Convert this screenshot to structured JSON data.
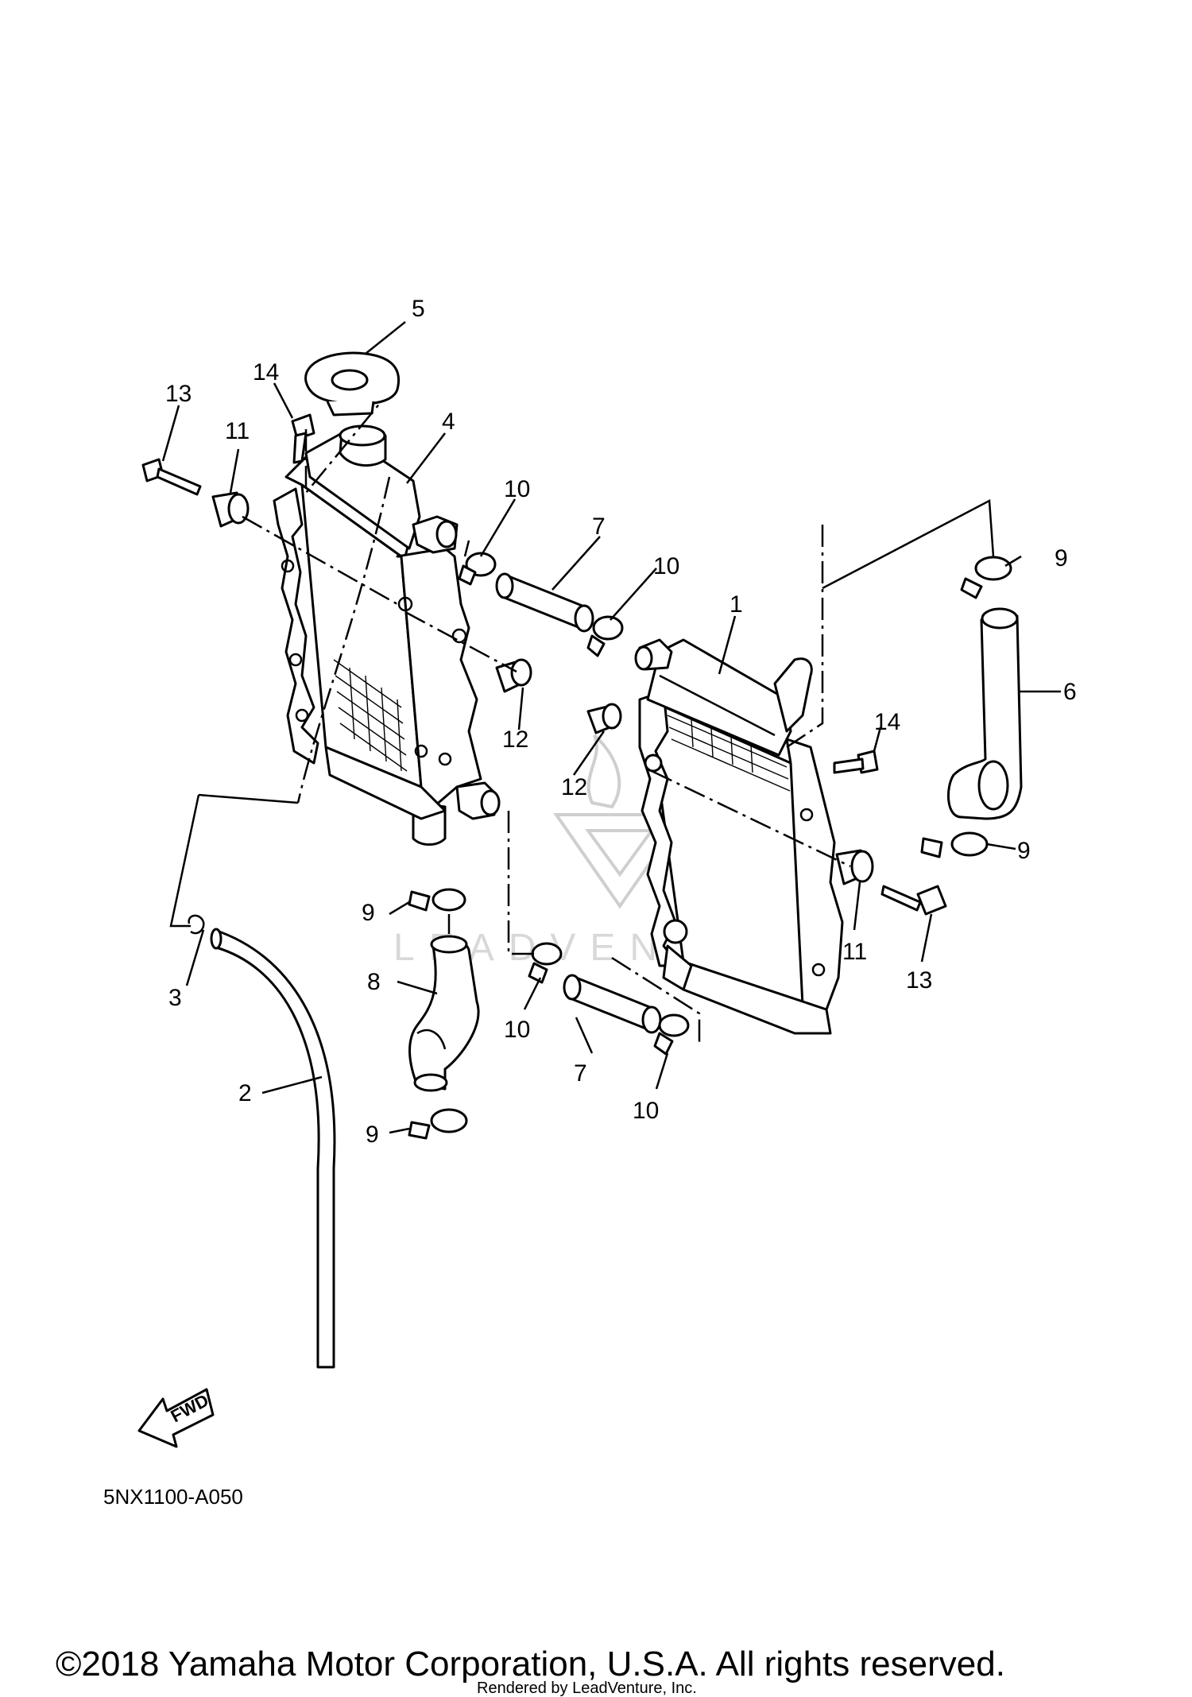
{
  "diagram": {
    "labels": {
      "l1": "1",
      "l2": "2",
      "l3": "3",
      "l4": "4",
      "l5": "5",
      "l6": "6",
      "l7a": "7",
      "l7b": "7",
      "l8": "8",
      "l9a": "9",
      "l9b": "9",
      "l9c": "9",
      "l9d": "9",
      "l10a": "10",
      "l10b": "10",
      "l10c": "10",
      "l10d": "10",
      "l11a": "11",
      "l11b": "11",
      "l12a": "12",
      "l12b": "12",
      "l13a": "13",
      "l13b": "13",
      "l14a": "14",
      "l14b": "14"
    },
    "fwd": "FWD",
    "code": "5NX1100-A050"
  },
  "footer": {
    "copyright": "©2018 Yamaha Motor Corporation, U.S.A. All rights reserved.",
    "rendered": "Rendered by LeadVenture, Inc."
  },
  "watermark": {
    "text": "LEADVENTURE"
  }
}
